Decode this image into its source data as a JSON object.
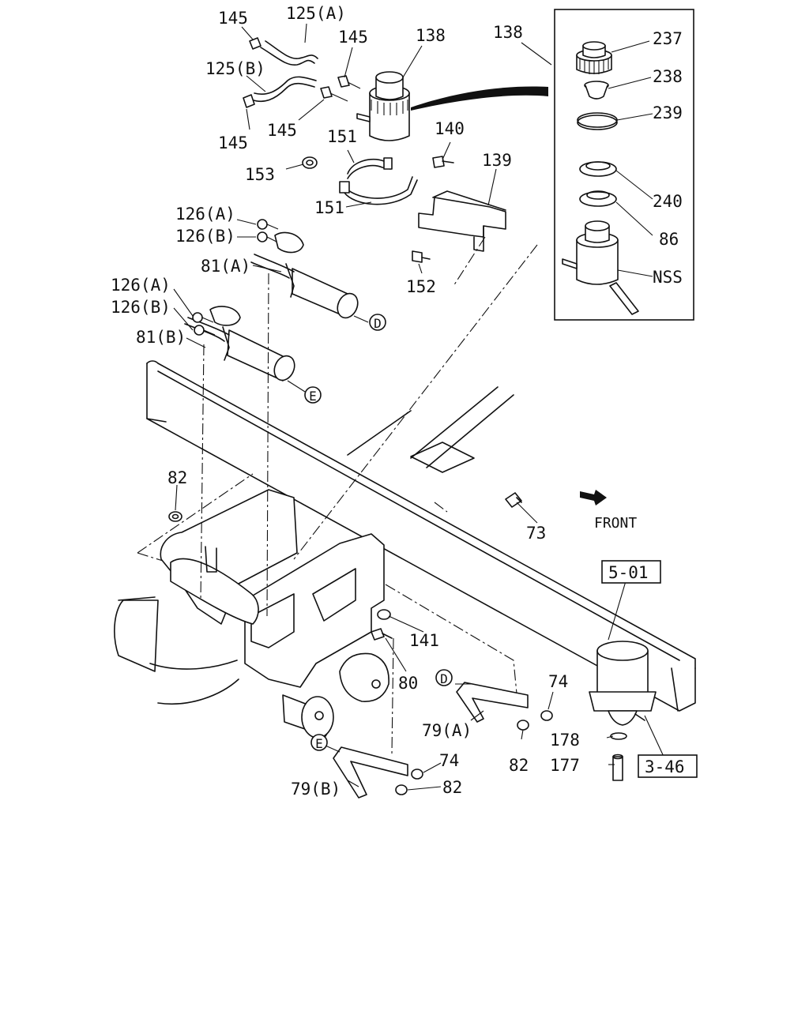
{
  "labels": {
    "l145a": "145",
    "l125a": "125(A)",
    "l145b": "145",
    "l138": "138",
    "l138box": "138",
    "l237": "237",
    "l125b": "125(B)",
    "l238": "238",
    "l239": "239",
    "l145c": "145",
    "l145d": "145",
    "l140": "140",
    "l151a": "151",
    "l153": "153",
    "l139": "139",
    "l240": "240",
    "l151b": "151",
    "l126a1": "126(A)",
    "l86": "86",
    "l126b1": "126(B)",
    "l81a": "81(A)",
    "lnss": "NSS",
    "l152": "152",
    "l126a2": "126(A)",
    "l126b2": "126(B)",
    "l81b": "81(B)",
    "l82a": "82",
    "l73": "73",
    "lfront": "FRONT",
    "l501": "5-01",
    "l141": "141",
    "l80": "80",
    "l74a": "74",
    "l79a": "79(A)",
    "l82b": "82",
    "l178": "178",
    "l177": "177",
    "l346": "3-46",
    "l74b": "74",
    "l79b": "79(B)",
    "l82c": "82"
  },
  "callouts": {
    "d1": "D",
    "e1": "E",
    "d2": "D",
    "e2": "E"
  }
}
